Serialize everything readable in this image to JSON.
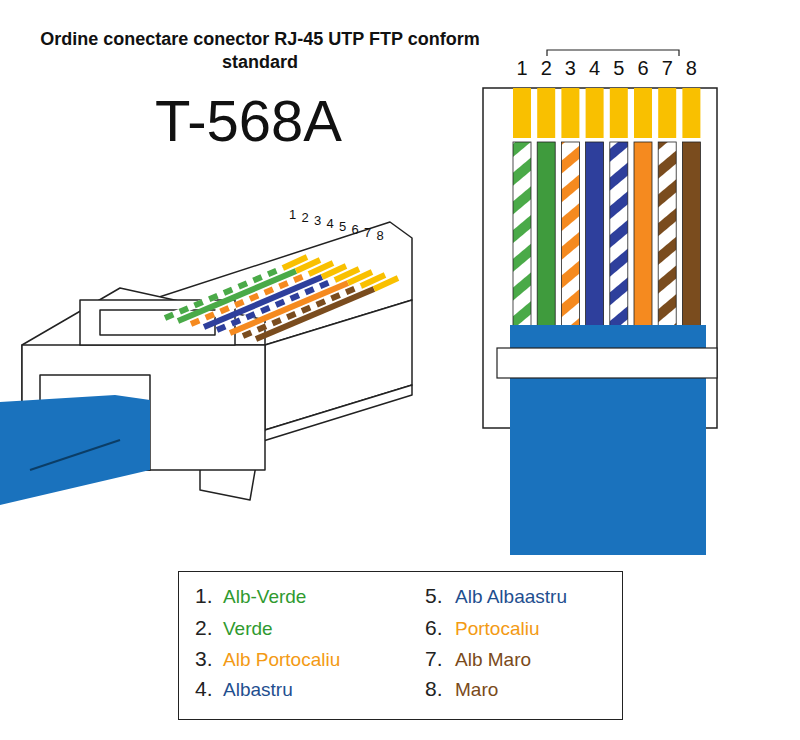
{
  "diagram": {
    "title": "Ordine conectare conector RJ-45 UTP FTP conform standard",
    "nodes": [
      {
        "text": [
          "1.",
          "Alb-Verde",
          "2.",
          "Verde",
          "3.",
          "Alb Portocaliu",
          "4.",
          "Albastru",
          "5.",
          "Alb Albaastru",
          "6.",
          "Portocaliu",
          "7.",
          "Alb Maro",
          "8.",
          "Maro"
        ]
      }
    ],
    "labels": [
      "T-568A",
      "1",
      "2",
      "3",
      "4",
      "5",
      "6",
      "7",
      "8",
      "1",
      "2",
      "3",
      "4",
      "5",
      "6",
      "7",
      "8"
    ]
  }
}
